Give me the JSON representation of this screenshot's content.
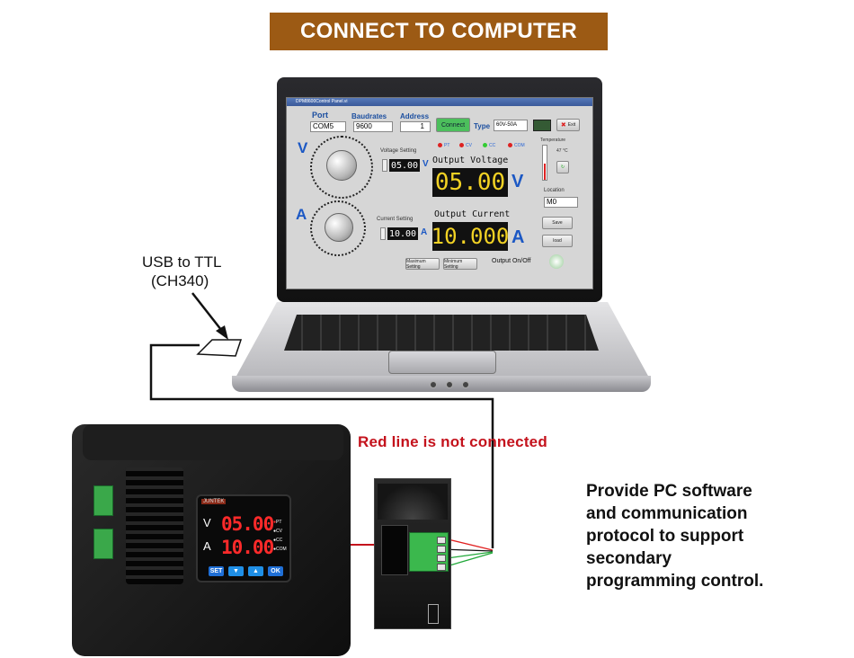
{
  "banner": {
    "title": "CONNECT TO COMPUTER"
  },
  "labels": {
    "usb_line1": "USB to TTL",
    "usb_line2": "(CH340)",
    "red_line": "Red line   is not connected"
  },
  "note_lines": [
    "Provide PC software",
    "and communication",
    "protocol to support",
    "secondary",
    "programming control."
  ],
  "app": {
    "window_title": "DPM8600Control Panel.vi",
    "port_label": "Port",
    "port_value": "COM5",
    "baud_label": "Baudrates",
    "baud_value": "9600",
    "address_label": "Address",
    "address_value": "1",
    "connect_label": "Connect",
    "type_label": "Type",
    "type_value": "60V-50A",
    "exit_label": "Exit",
    "led_pt": "PT",
    "led_cv": "CV",
    "led_cc": "CC",
    "led_com": "COM",
    "v_unit": "V",
    "a_unit": "A",
    "voltage_setting_label": "Voltage Setting",
    "voltage_setting_value": "05.00",
    "current_setting_label": "Current Setting",
    "current_setting_value": "10.00",
    "output_voltage_label": "Output Voltage",
    "output_voltage_value": "05.00",
    "output_current_label": "Output Current",
    "output_current_value": "10.000",
    "temperature_label": "Temperature",
    "temperature_value": "47",
    "temperature_unit": "°C",
    "location_label": "Location",
    "location_value": "M0",
    "save_label": "Save",
    "load_label": "load",
    "max_setting_label": "Maximum Setting",
    "min_setting_label": "Minimum Setting",
    "output_onoff_label": "Output On/Off"
  },
  "device": {
    "brand": "JUNTEK",
    "voltage_reading": "05.00",
    "current_reading": "10.00",
    "v_label": "V",
    "a_label": "A",
    "led_pt": "PT",
    "led_cv": "CV",
    "led_cc": "CC",
    "led_com": "COM",
    "btn_set": "SET",
    "btn_ok": "OK"
  },
  "colors": {
    "banner_bg": "#9c5a14",
    "red_text": "#c4121c",
    "wire_red": "#e02020",
    "wire_green": "#22a83a",
    "display_yellow": "#f2d224",
    "device_red_digits": "#ff2a2a",
    "unit_blue": "#1c58c4"
  }
}
